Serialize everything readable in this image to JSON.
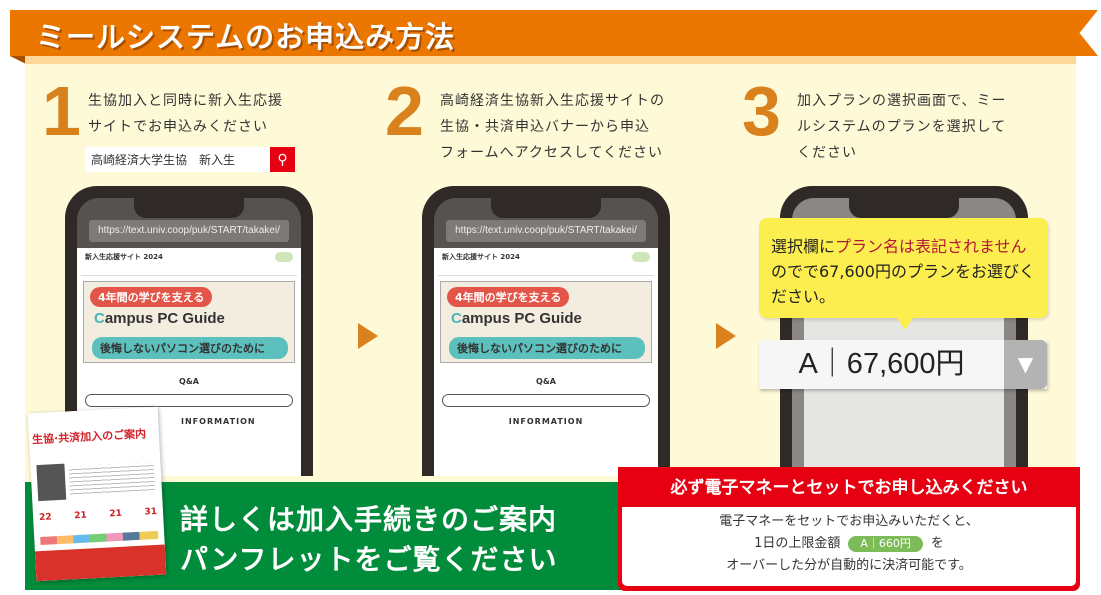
{
  "title": "ミールシステムのお申込み方法",
  "steps": [
    {
      "number": "1",
      "lines": [
        "生協加入と同時に新入生応援",
        "サイトでお申込みください"
      ]
    },
    {
      "number": "2",
      "lines": [
        "高崎経済生協新入生応援サイトの",
        "生協・共済申込バナーから申込",
        "フォームへアクセスしてください"
      ]
    },
    {
      "number": "3",
      "lines": [
        "加入プランの選択画面で、ミー",
        "ルシステムのプランを選択して",
        "ください"
      ]
    }
  ],
  "search": {
    "query": "高崎経済大学生協　新入生",
    "icon": "search-icon"
  },
  "phone": {
    "url": "https://text.univ.coop/puk/START/takakei/",
    "site_title": "新入生応援サイト 2024",
    "banner_line1": "4年間の学びを支える",
    "banner_campus": "C",
    "banner_rest": "ampus PC Guide",
    "banner_line3": "後悔しないパソコン選びのために",
    "qa": "Q&A",
    "info": "INFORMATION"
  },
  "bubble": {
    "pre": "選択欄に",
    "red": "プラン名は表記されません",
    "post": "のでで67,600円のプランをお選びください。"
  },
  "select": {
    "value": "A｜67,600円",
    "icon": "▼"
  },
  "footer": {
    "line1": "詳しくは加入手続きのご案内",
    "line2": "パンフレットをご覧ください",
    "pamphlet_title": "生協·共済加入のご案内",
    "pamphlet_days": [
      "22",
      "21",
      "21",
      "31"
    ]
  },
  "notice": {
    "heading": "必ず電子マネーとセットでお申し込みください",
    "line1": "電子マネーをセットでお申込みいただくと、",
    "line2_pre": "1日の上限金額",
    "pill": "A｜660円",
    "line2_post": "を",
    "line3": "オーバーした分が自動的に決済可能です。"
  },
  "colors": {
    "orange": "#ec7700",
    "green": "#008c3a",
    "red": "#e60012",
    "cream": "#fefad8"
  }
}
